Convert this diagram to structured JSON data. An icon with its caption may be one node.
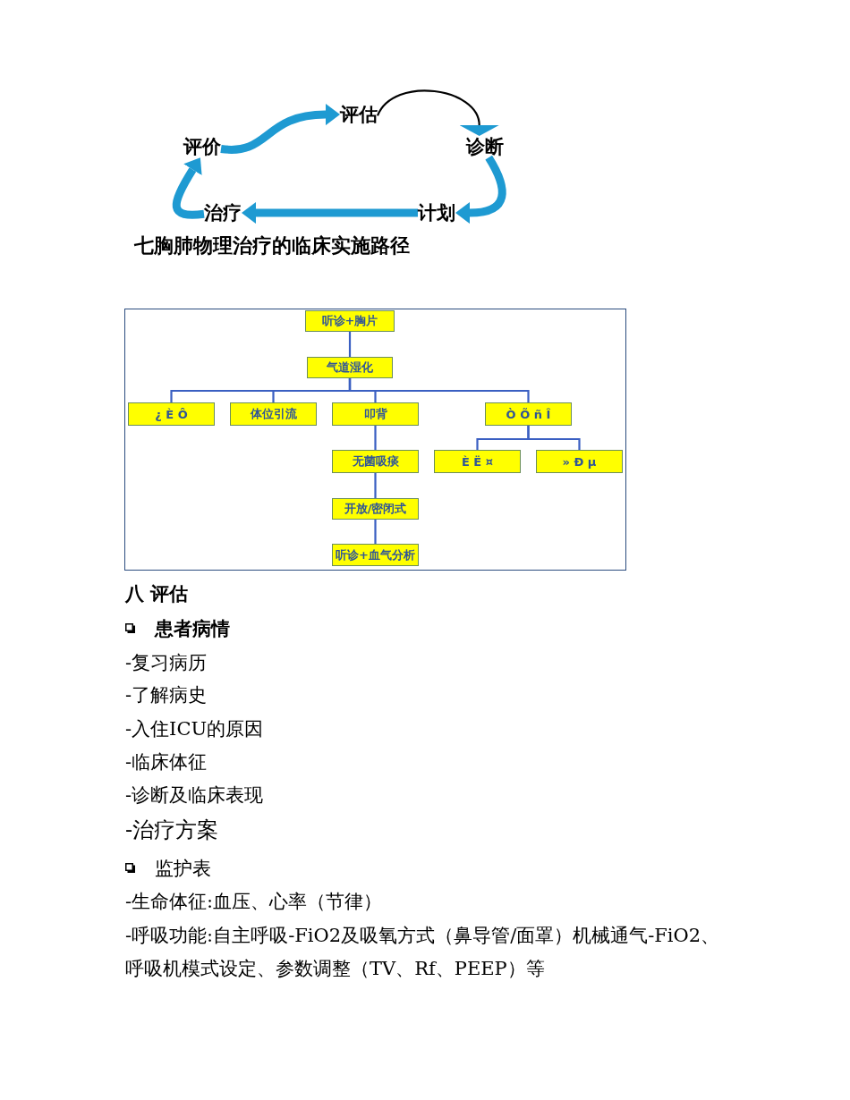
{
  "diagram": {
    "nodes": [
      {
        "text": [
          "评估"
        ]
      },
      {
        "text": [
          "评价"
        ]
      },
      {
        "text": [
          "诊断"
        ]
      },
      {
        "text": [
          "治疗"
        ]
      },
      {
        "text": [
          "计划"
        ]
      },
      {
        "text": [
          "听诊+胸片"
        ]
      },
      {
        "text": [
          "气道湿化"
        ]
      },
      {
        "text": [
          "¿ È Ô"
        ]
      },
      {
        "text": [
          "体位引流"
        ]
      },
      {
        "text": [
          "叩背"
        ]
      },
      {
        "text": [
          "Ò Õ ñ Î"
        ]
      },
      {
        "text": [
          "无菌吸痰"
        ]
      },
      {
        "text": [
          "È Ë ¤"
        ]
      },
      {
        "text": [
          "» Ð µ"
        ]
      },
      {
        "text": [
          "开放/密闭式"
        ]
      },
      {
        "text": [
          "听诊+血气分析"
        ]
      }
    ],
    "edges": [
      {
        "from": 0,
        "to": 2,
        "arrow": "to",
        "color": "#000000"
      },
      {
        "from": 2,
        "to": 4,
        "arrow": "to",
        "style": "thick",
        "color": "#1e9ad2"
      },
      {
        "from": 4,
        "to": 3,
        "arrow": "to",
        "style": "thick",
        "color": "#1e9ad2"
      },
      {
        "from": 3,
        "to": 1,
        "arrow": "to",
        "style": "thick",
        "color": "#1e9ad2"
      },
      {
        "from": 1,
        "to": 0,
        "arrow": "to",
        "style": "thick",
        "color": "#1e9ad2"
      },
      {
        "from": 5,
        "to": 6,
        "arrow": "none"
      },
      {
        "from": 6,
        "to": 7,
        "arrow": "none"
      },
      {
        "from": 6,
        "to": 8,
        "arrow": "none"
      },
      {
        "from": 6,
        "to": 9,
        "arrow": "none"
      },
      {
        "from": 6,
        "to": 10,
        "arrow": "none"
      },
      {
        "from": 9,
        "to": 11,
        "arrow": "none"
      },
      {
        "from": 10,
        "to": 12,
        "arrow": "none"
      },
      {
        "from": 10,
        "to": 13,
        "arrow": "none"
      },
      {
        "from": 11,
        "to": 14,
        "arrow": "none"
      },
      {
        "from": 14,
        "to": 15,
        "arrow": "none"
      }
    ],
    "labels": [
      "七胸肺物理治疗的临床实施路径",
      "八 评估",
      "患者病情",
      "-复习病历",
      "-了解病史",
      "-入住ICU的原因",
      "-临床体征",
      "-诊断及临床表现",
      "-治疗方案",
      "监护表",
      "-生命体征:血压、心率（节律）",
      "-呼吸功能:自主呼吸-FiO2及吸氧方式（鼻导管/面罩）机械通气-FiO2、呼吸机模式设定、参数调整（TV、Rf、PEEP）等"
    ]
  }
}
